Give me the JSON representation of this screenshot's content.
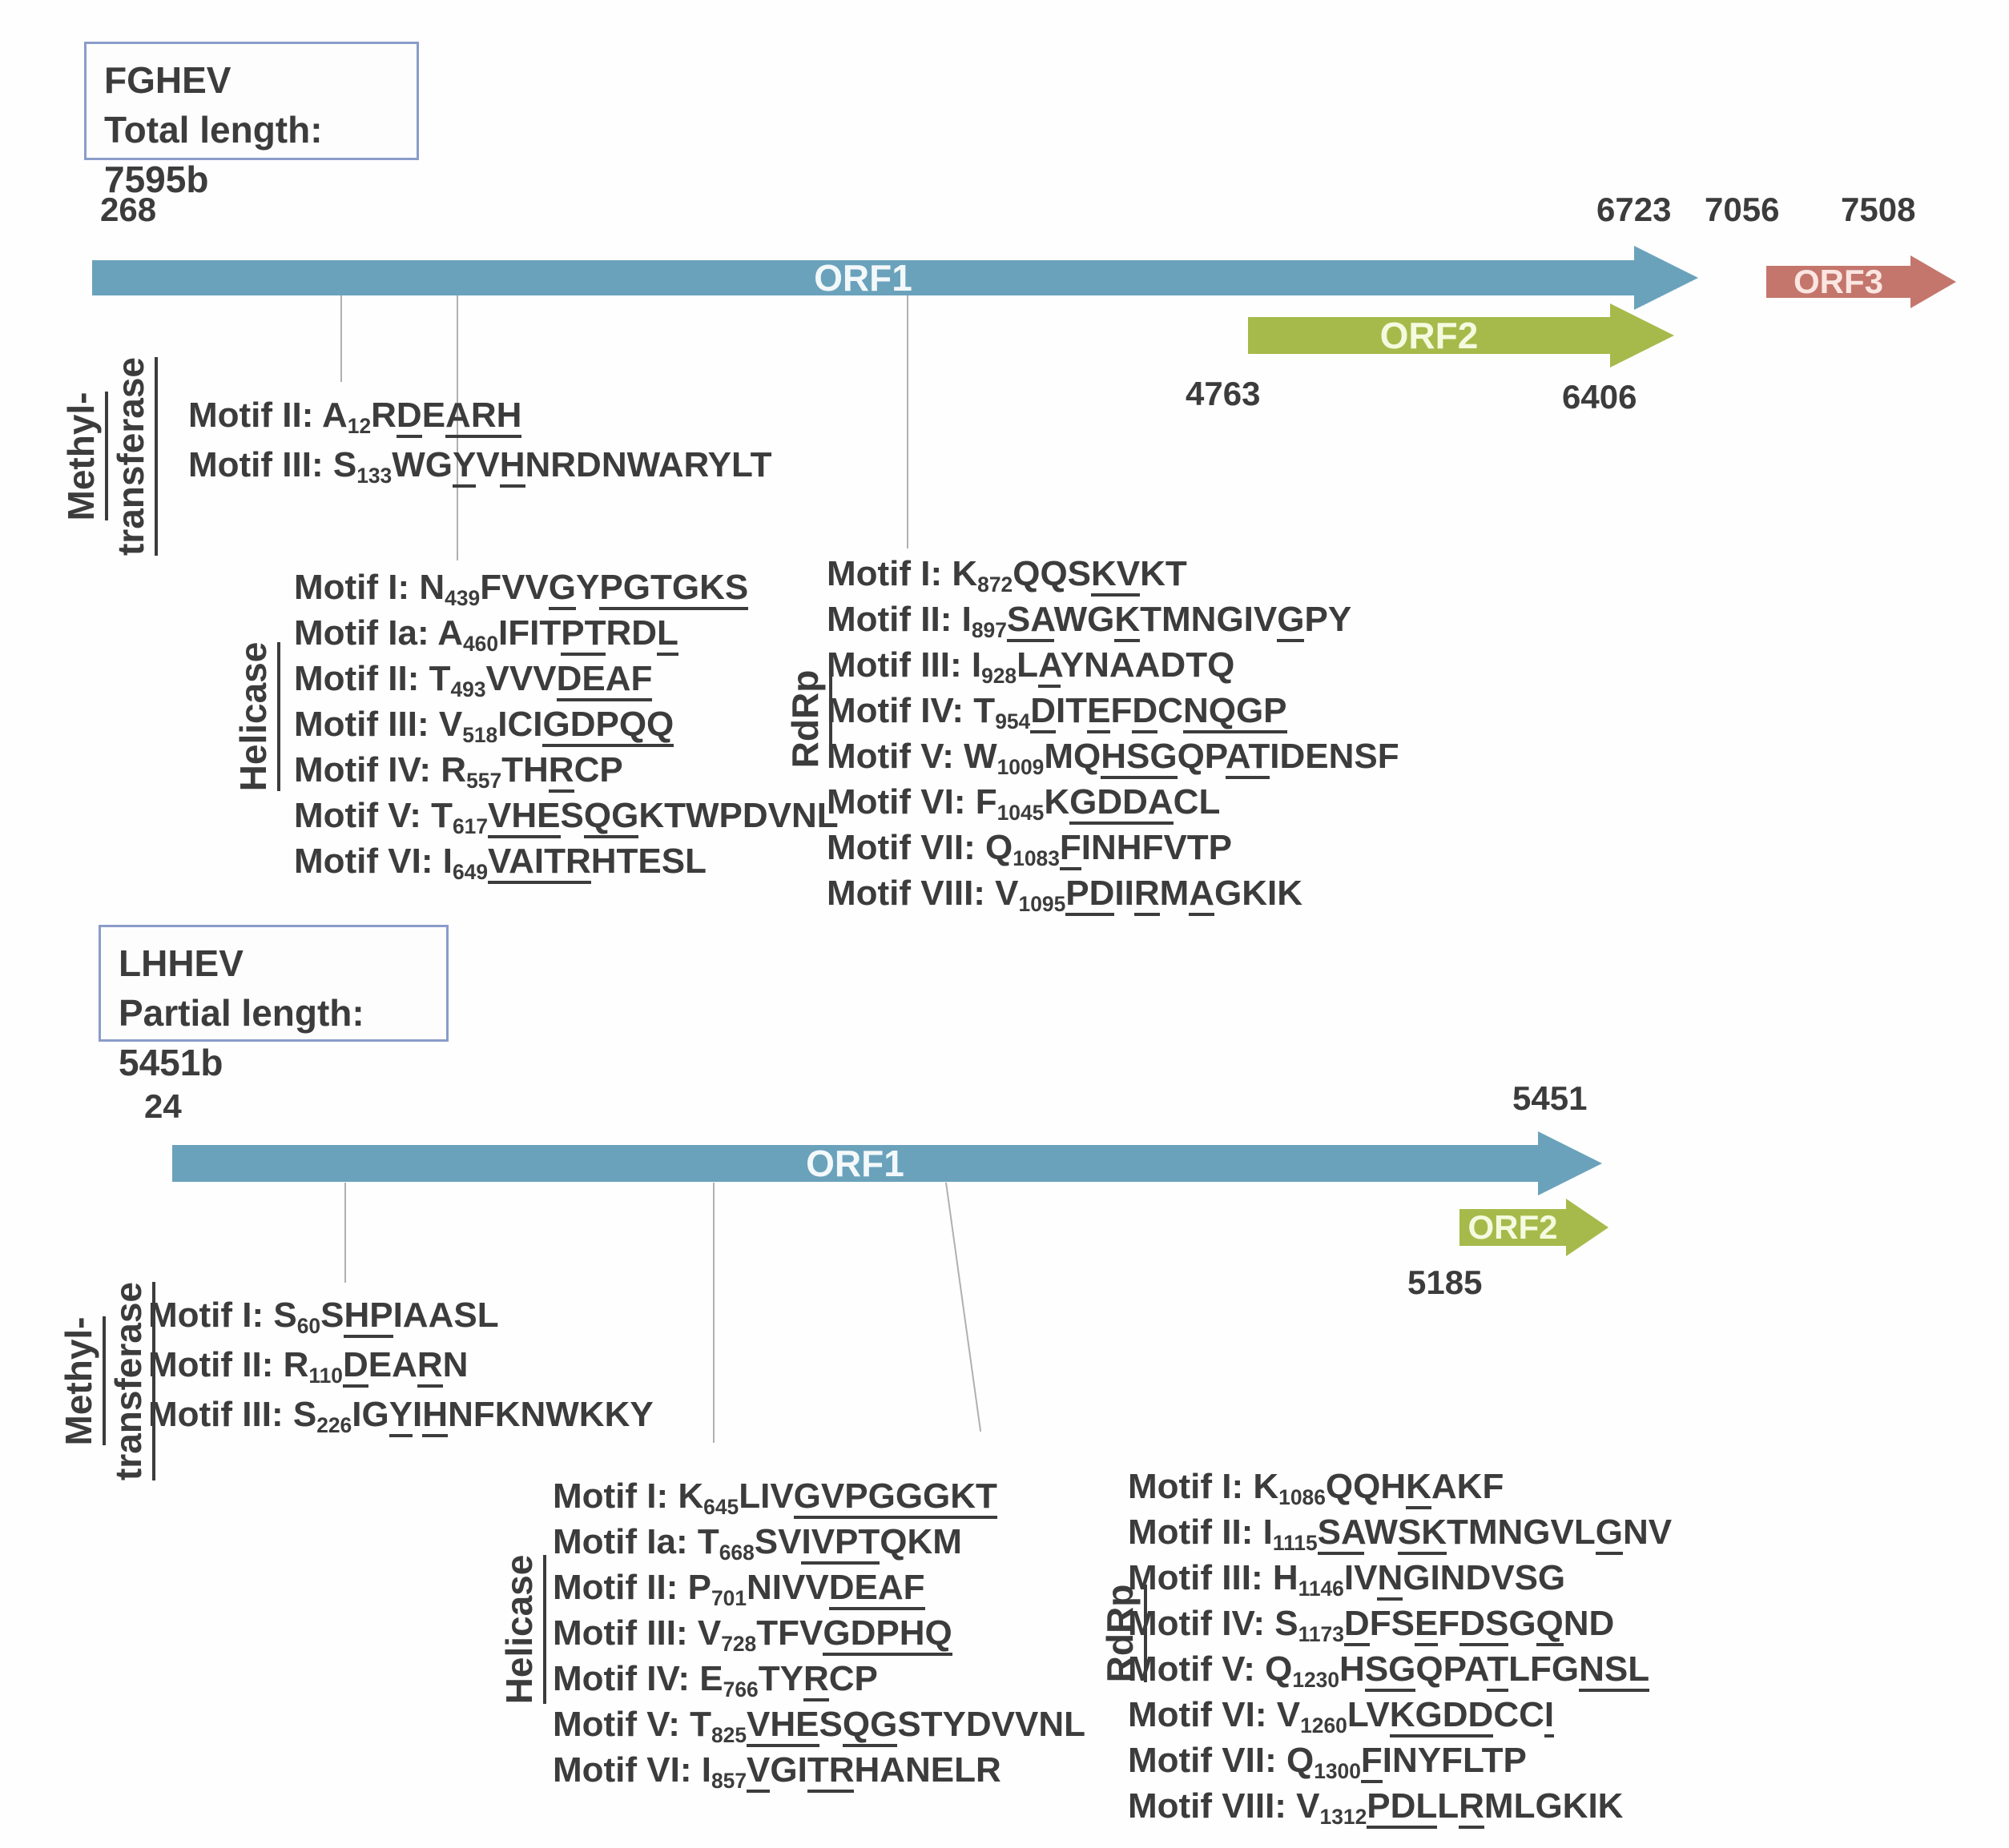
{
  "figure": {
    "colors": {
      "orf1": "#6aa2bc",
      "orf2": "#a6ba4b",
      "orf3": "#c4766c",
      "connector": "#b0b0b0",
      "text": "#3c3c3c",
      "box_border": "#8a9cc9"
    },
    "panels": [
      {
        "title_lines": [
          "FGHEV",
          "Total length: 7595b"
        ],
        "coords": {
          "orf1_start": "268",
          "orf1_end": "6723",
          "orf2_start": "4763",
          "orf2_end": "6406",
          "orf3_start": "7056",
          "orf3_end": "7508"
        },
        "orf_labels": {
          "orf1": "ORF1",
          "orf2": "ORF2",
          "orf3": "ORF3"
        },
        "domains": [
          {
            "label_lines": [
              "Methyl-",
              "transferase"
            ],
            "motifs": [
              "Motif II: A_{12}R[D]E[ARH]",
              "Motif III: S_{133}WG[Y]V[H]NRDNWARYLT"
            ]
          },
          {
            "label_lines": [
              "Helicase"
            ],
            "motifs": [
              "Motif I: N_{439}FVV[G]Y[PGT][GKS]",
              "Motif Ia: A_{460}IFIT[PT]RD[L]",
              "Motif II: T_{493}VVV[DEAF]",
              "Motif III: V_{518}ICI[GDPQ][Q]",
              "Motif IV: R_{557}TH[R]CP",
              "Motif V: T_{617}[VHE]S[QG]KTWPDVNL",
              "Motif VI: I_{649}[VAI][TR]HTESL"
            ]
          },
          {
            "label_lines": [
              "RdRp"
            ],
            "motifs": [
              "Motif I: K_{872}QQS[KV]KT",
              "Motif II: I_{897}[SA]WG[K]TMNGIV[G]PY",
              "Motif III: I_{928}L[A]YNAADTQ",
              "Motif IV: T_{954}[D]IT[E]F[D]C[NQGP]",
              "Motif V: W_{1009}MQ[HSG]QP[A][T]IDENSF",
              "Motif VI: F_{1045}K[GDDA]CL",
              "Motif VII: Q_{1083}[F]INHFVTP",
              "Motif VIII: V_{1095}[PD]II[R]M[A]GKIK"
            ]
          }
        ]
      },
      {
        "title_lines": [
          "LHHEV",
          "Partial length: 5451b"
        ],
        "coords": {
          "orf1_start": "24",
          "orf1_end": "5451",
          "orf2_start": "5185"
        },
        "orf_labels": {
          "orf1": "ORF1",
          "orf2": "ORF2"
        },
        "domains": [
          {
            "label_lines": [
              "Methyl-",
              "transferase"
            ],
            "motifs": [
              "Motif I: S_{60}S[HP]IAASL",
              "Motif II: R_{110}[D]EA[R]N",
              "Motif III: S_{226}IG[Y]I[H]NFKNWKKY"
            ]
          },
          {
            "label_lines": [
              "Helicase"
            ],
            "motifs": [
              "Motif I: K_{645}LIV[GVPGGGKT]",
              "Motif Ia: T_{668}SV[IVPT]QKM",
              "Motif II: P_{701}NIVV[DEAF]",
              "Motif III: V_{728}TFV[GDPH][Q]",
              "Motif IV: E_{766}TY[R]CP",
              "Motif V: T_{825}[VHE]S[QG]STYDVVNL",
              "Motif VI: I_{857}[V]GI[TR]HANELR"
            ]
          },
          {
            "label_lines": [
              "RdRp"
            ],
            "motifs": [
              "Motif I: K_{1086}QQH[K]AKF",
              "Motif II: I_{1115}[SA]W[SK]TMNGVL[G]NV",
              "Motif III: H_{1146}IV[N]GINDVSG",
              "Motif IV: S_{1173}[D]FS[E]F[DS]G[Q]ND",
              "Motif V: Q_{1230}H[SG]QPA[T]LFG[NSL]",
              "Motif VI: V_{1260}LV[KGDD]CC[I]",
              "Motif VII: Q_{1300}[F]INYFLTP",
              "Motif VIII: V_{1312}[PDL]L[R]MLGKIK"
            ]
          }
        ]
      }
    ]
  }
}
